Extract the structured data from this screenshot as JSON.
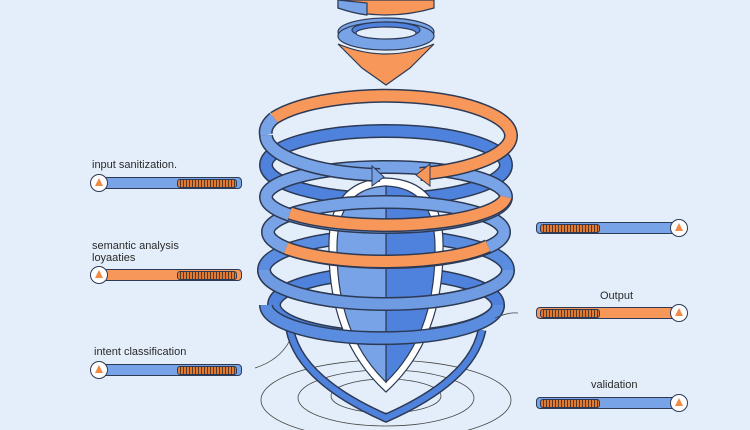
{
  "left_gauges": [
    {
      "label": "input sanitization.",
      "color": "blue"
    },
    {
      "label": "semantic analysis",
      "sublabel": "loyaaties",
      "color": "orange"
    },
    {
      "label": "intent classification",
      "color": "blue"
    }
  ],
  "right_gauges": [
    {
      "label": "",
      "color": "orange"
    },
    {
      "label": "Output",
      "color": "orange"
    },
    {
      "label": "validation",
      "color": "blue"
    }
  ],
  "colors": {
    "background": "#e4eefa",
    "blue": "#6f9be3",
    "blue_dark": "#4f82dc",
    "orange": "#f8975a",
    "outline": "#2d3a55"
  }
}
